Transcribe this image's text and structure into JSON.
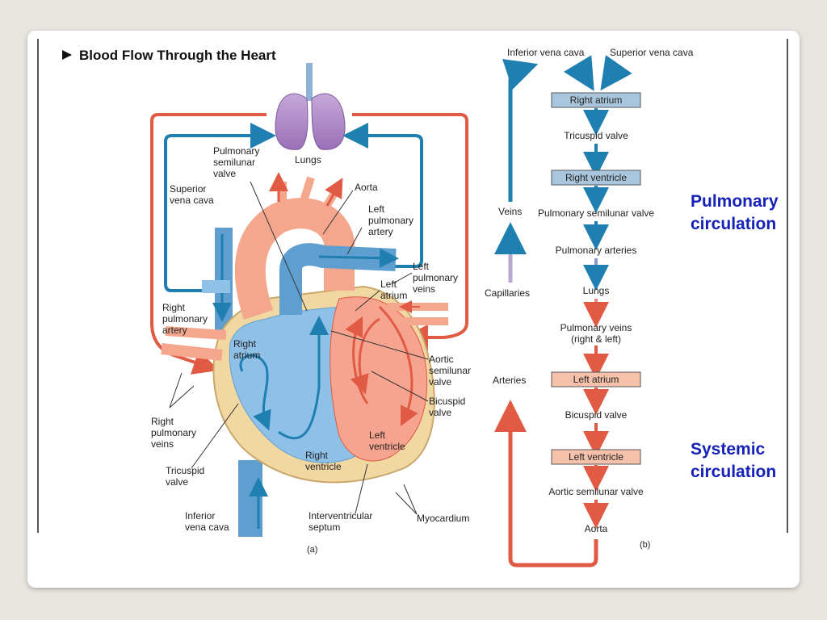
{
  "title": "Blood Flow Through the Heart",
  "part_a": {
    "letter": "(a)",
    "labels": {
      "lungs": "Lungs",
      "pulm_semilunar": [
        "Pulmonary",
        "semilunar",
        "valve"
      ],
      "aorta": "Aorta",
      "superior_vc": [
        "Superior",
        "vena cava"
      ],
      "left_pulm_artery": [
        "Left",
        "pulmonary",
        "artery"
      ],
      "left_pulm_veins": [
        "Left",
        "pulmonary",
        "veins"
      ],
      "left_atrium": [
        "Left",
        "atrium"
      ],
      "right_pulm_artery": [
        "Right",
        "pulmonary",
        "artery"
      ],
      "right_atrium": [
        "Right",
        "atrium"
      ],
      "aortic_semilunar": [
        "Aortic",
        "semilunar",
        "valve"
      ],
      "bicuspid": [
        "Bicuspid",
        "valve"
      ],
      "right_pulm_veins": [
        "Right",
        "pulmonary",
        "veins"
      ],
      "left_ventricle": [
        "Left",
        "ventricle"
      ],
      "right_ventricle": [
        "Right",
        "ventricle"
      ],
      "tricuspid": [
        "Tricuspid",
        "valve"
      ],
      "inferior_vc": [
        "Inferior",
        "vena cava"
      ],
      "septum": [
        "Interventricular",
        "septum"
      ],
      "myocardium": "Myocardium"
    }
  },
  "part_b": {
    "letter": "(b)",
    "inferior_vc": "Inferior vena cava",
    "superior_vc": "Superior vena cava",
    "steps": [
      {
        "text": "Right atrium",
        "boxed": true,
        "fill": "#a9c6dc"
      },
      {
        "text": "Tricuspid valve",
        "boxed": false
      },
      {
        "text": "Right ventricle",
        "boxed": true,
        "fill": "#a9c6dc"
      },
      {
        "text": "Pulmonary semilunar valve",
        "boxed": false
      },
      {
        "text": "Pulmonary arteries",
        "boxed": false
      },
      {
        "text": "Lungs",
        "boxed": false
      },
      {
        "text": "Pulmonary veins",
        "text2": "(right & left)",
        "boxed": false
      },
      {
        "text": "Left atrium",
        "boxed": true,
        "fill": "#f5c1aa"
      },
      {
        "text": "Bicuspid valve",
        "boxed": false
      },
      {
        "text": "Left ventricle",
        "boxed": true,
        "fill": "#f5c1aa"
      },
      {
        "text": "Aortic semilunar valve",
        "boxed": false
      },
      {
        "text": "Aorta",
        "boxed": false
      }
    ],
    "veins": "Veins",
    "capillaries": "Capillaries",
    "arteries": "Arteries"
  },
  "pulmonary_circulation": [
    "Pulmonary",
    "circulation"
  ],
  "systemic_circulation": [
    "Systemic",
    "circulation"
  ],
  "colors": {
    "blue": "#1e7fb0",
    "red": "#e05a44",
    "text_blue": "#1621b8"
  }
}
